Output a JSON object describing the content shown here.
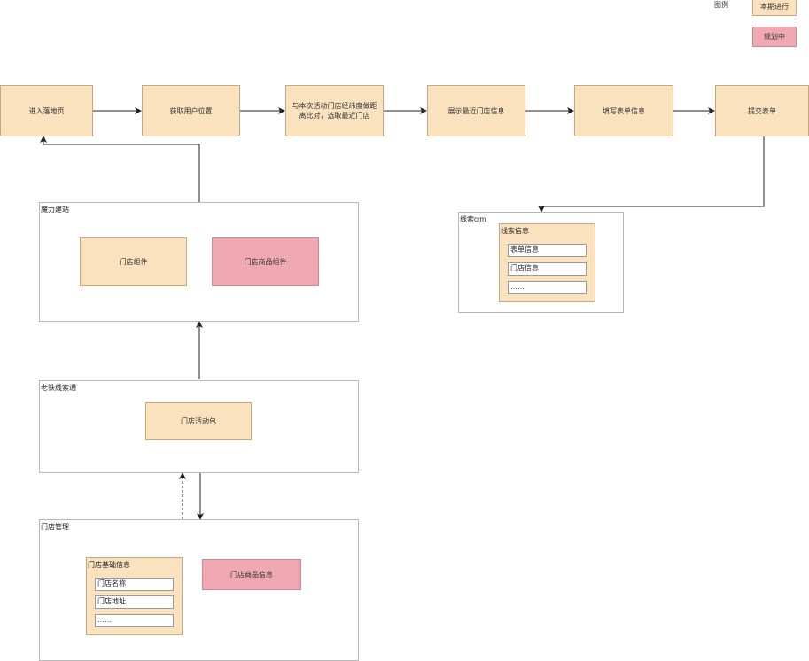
{
  "legend": {
    "title": "图例",
    "current": "本期进行",
    "planned": "规划中",
    "colors": {
      "current": "#fbe2bf",
      "planned": "#f0a8b3"
    }
  },
  "flow": {
    "steps": [
      "进入落地页",
      "获取用户位置",
      "与本次活动门店经纬度做距离比对，选取最近门店",
      "展示最近门店信息",
      "填写表单信息",
      "提交表单"
    ]
  },
  "mofang": {
    "title": "魔力建站",
    "store_component": "门店组件",
    "store_goods_component": "门店商品组件"
  },
  "laotie": {
    "title": "老铁线索通",
    "activity_pack": "门店活动包"
  },
  "store_mgmt": {
    "title": "门店管理",
    "basic_info": {
      "title": "门店基础信息",
      "fields": [
        "门店名称",
        "门店地址",
        "……"
      ]
    },
    "goods_info": "门店商品信息"
  },
  "clue_crm": {
    "title": "线索crm",
    "clue_info": {
      "title": "线索信息",
      "fields": [
        "表单信息",
        "门店信息",
        "……"
      ]
    }
  }
}
